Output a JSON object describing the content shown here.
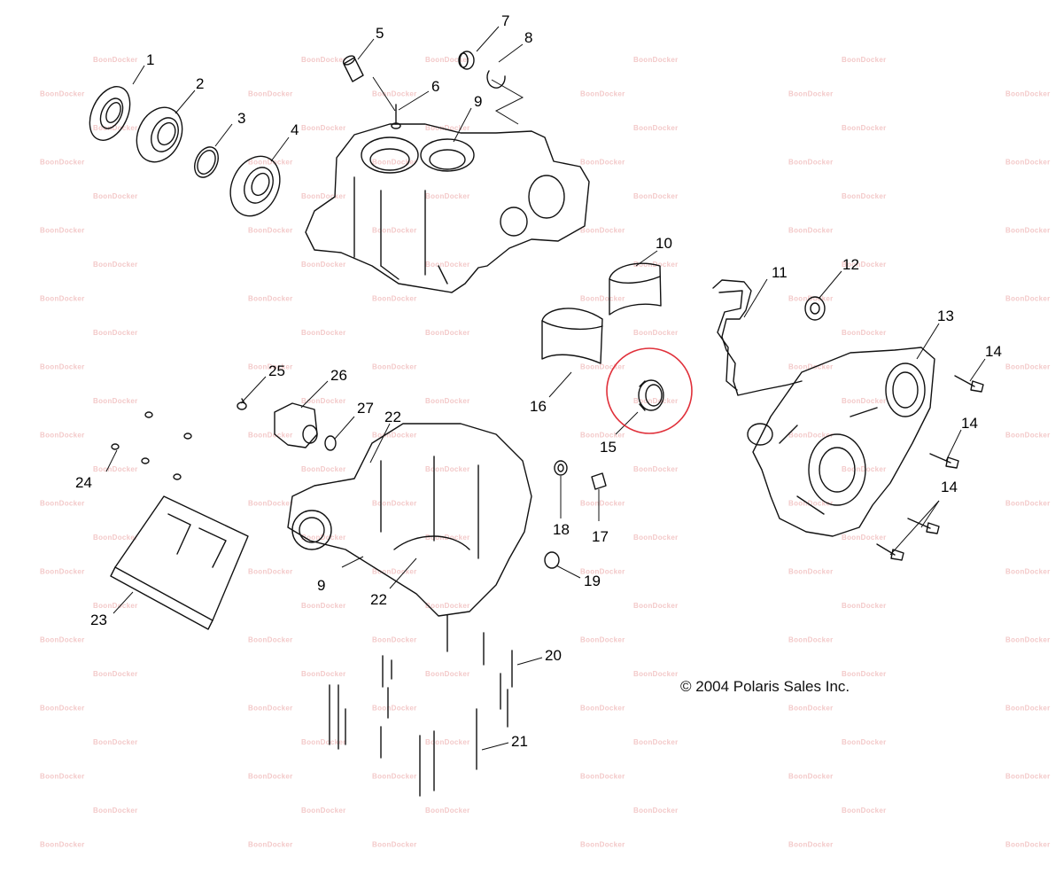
{
  "watermark": {
    "text": "BoonDocker"
  },
  "copyright": "© 2004 Polaris Sales Inc.",
  "highlight": {
    "part": "15",
    "color": "#e0303a"
  },
  "callouts": {
    "c1": "1",
    "c2": "2",
    "c3": "3",
    "c4": "4",
    "c5": "5",
    "c6": "6",
    "c7": "7",
    "c8": "8",
    "c9a": "9",
    "c9b": "9",
    "c10": "10",
    "c11": "11",
    "c12": "12",
    "c13": "13",
    "c14a": "14",
    "c14b": "14",
    "c14c": "14",
    "c15": "15",
    "c16": "16",
    "c17": "17",
    "c18": "18",
    "c19": "19",
    "c20": "20",
    "c21": "21",
    "c22a": "22",
    "c22b": "22",
    "c23": "23",
    "c24": "24",
    "c25": "25",
    "c26": "26",
    "c27": "27"
  }
}
